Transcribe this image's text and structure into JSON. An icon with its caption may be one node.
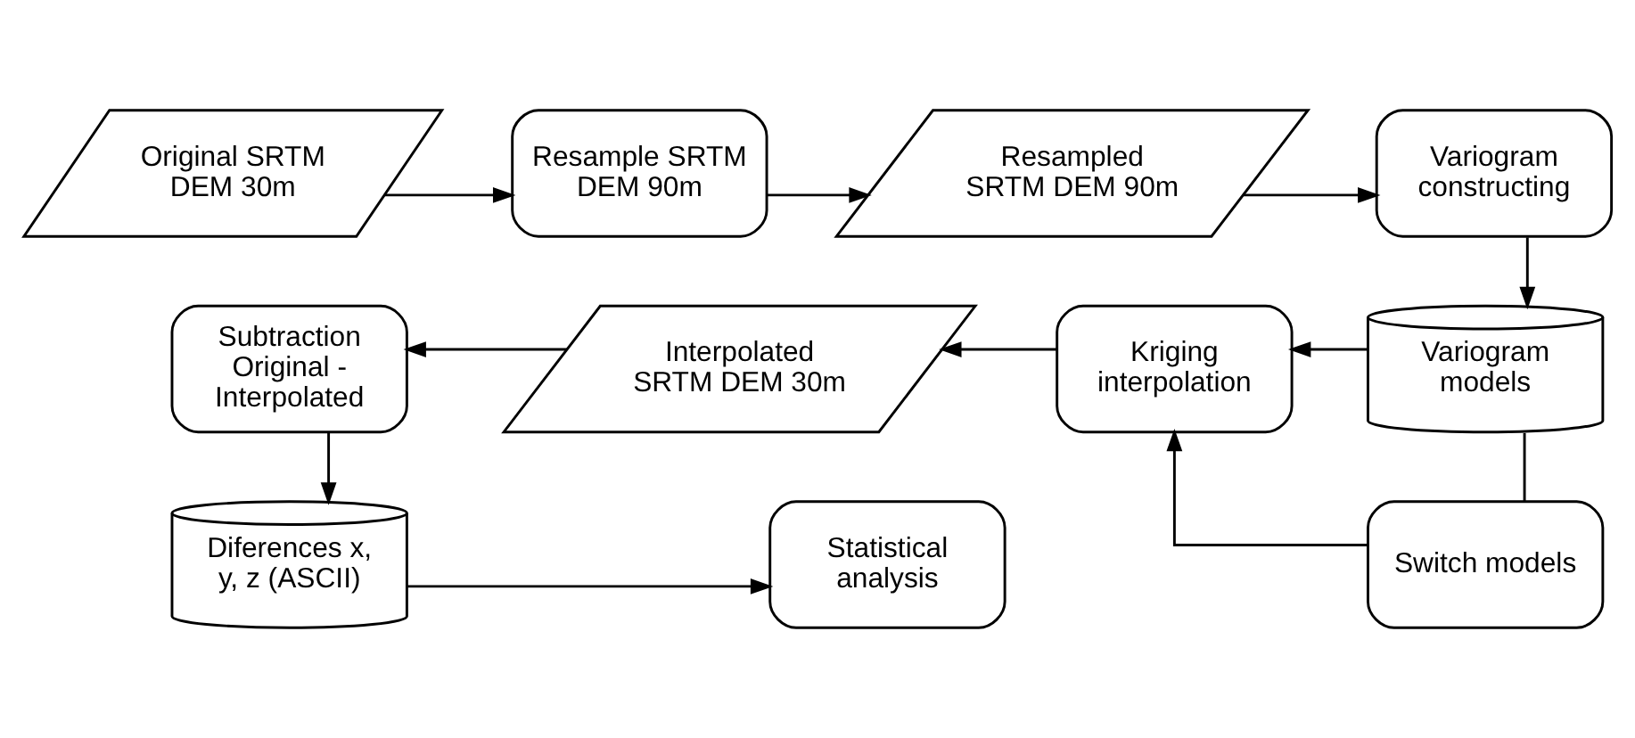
{
  "diagram": {
    "nodes": [
      {
        "text": [
          "Original SRTM DEM 30m"
        ]
      },
      {
        "text": [
          "Resample SRTM DEM 90m"
        ]
      },
      {
        "text": [
          "Resampled SRTM DEM 90m"
        ]
      },
      {
        "text": [
          "Variogram constructing"
        ]
      },
      {
        "text": [
          "Variogram models"
        ]
      },
      {
        "text": [
          "Kriging interpolation"
        ]
      },
      {
        "text": [
          "Interpolated SRTM DEM 30m"
        ]
      },
      {
        "text": [
          "Subtraction Original - Interpolated"
        ]
      },
      {
        "text": [
          "Diferences x, y, z (ASCII)"
        ]
      },
      {
        "text": [
          "Statistical analysis"
        ]
      },
      {
        "text": [
          "Switch models"
        ]
      }
    ],
    "edges": [
      {
        "from": 0,
        "to": 1,
        "arrow": "to"
      },
      {
        "from": 1,
        "to": 2,
        "arrow": "to"
      },
      {
        "from": 2,
        "to": 3,
        "arrow": "to"
      },
      {
        "from": 3,
        "to": 4,
        "arrow": "to"
      },
      {
        "from": 4,
        "to": 5,
        "arrow": "to"
      },
      {
        "from": 5,
        "to": 6,
        "arrow": "to"
      },
      {
        "from": 6,
        "to": 7,
        "arrow": "to"
      },
      {
        "from": 7,
        "to": 8,
        "arrow": "to"
      },
      {
        "from": 8,
        "to": 9,
        "arrow": "to"
      },
      {
        "from": 4,
        "to": 10,
        "arrow": "none"
      },
      {
        "from": 10,
        "to": 5,
        "arrow": "to"
      }
    ]
  }
}
